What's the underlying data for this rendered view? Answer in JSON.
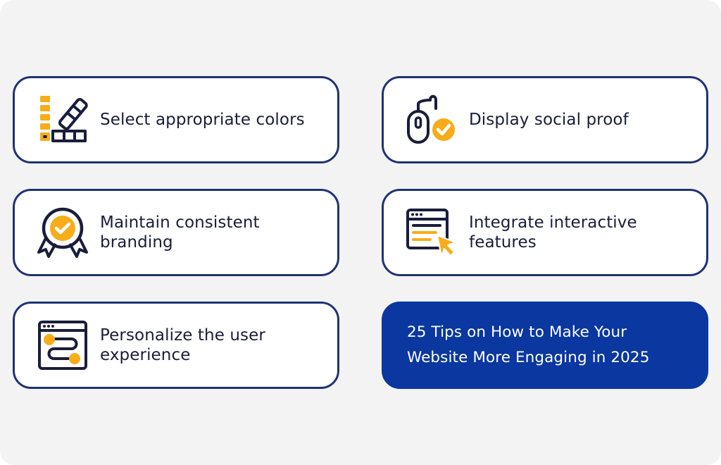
{
  "colors": {
    "background": "#f3f3f4",
    "card_border": "#1f3373",
    "highlight": "#0a37a0",
    "accent": "#f7ad19",
    "ink": "#1a1d3a"
  },
  "cards": [
    {
      "label": "Select appropriate colors",
      "icon": "color-swatch-icon"
    },
    {
      "label": "Display social proof",
      "icon": "mouse-check-icon"
    },
    {
      "label": "Maintain consistent branding",
      "icon": "badge-award-icon"
    },
    {
      "label": "Integrate interactive features",
      "icon": "browser-cursor-icon"
    },
    {
      "label": "Personalize the user experience",
      "icon": "browser-flow-icon"
    }
  ],
  "highlight_card": {
    "label": "25 Tips on How to Make Your Website More Engaging in 2025"
  }
}
